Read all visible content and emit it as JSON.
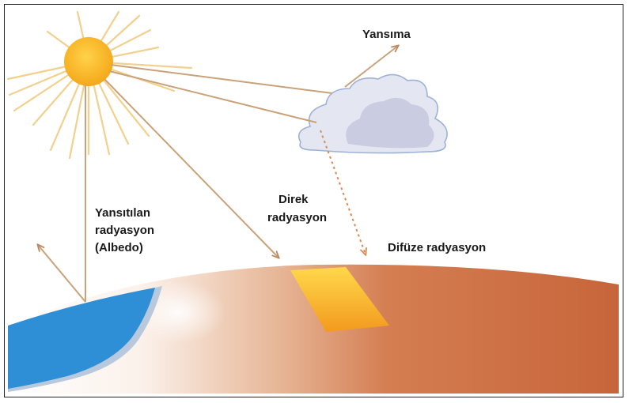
{
  "labels": {
    "reflection": "Yansıma",
    "reflected_line1": "Yansıtılan",
    "reflected_line2": "radyasyon",
    "reflected_line3": "(Albedo)",
    "direct_line1": "Direk",
    "direct_line2": "radyasyon",
    "diffuse": "Difüze radyasyon"
  },
  "colors": {
    "sun": "#f7b51c",
    "sun_rays": "#f3cf8c",
    "ray_arrows": "#c9a27a",
    "diffuse_arrow": "#d98b56",
    "cloud": "#d6d9ea",
    "cloud_outline": "#9fb3d6",
    "water": "#2e8fd6",
    "ground": "#c9683c",
    "direct_patch": "#f5a524"
  }
}
